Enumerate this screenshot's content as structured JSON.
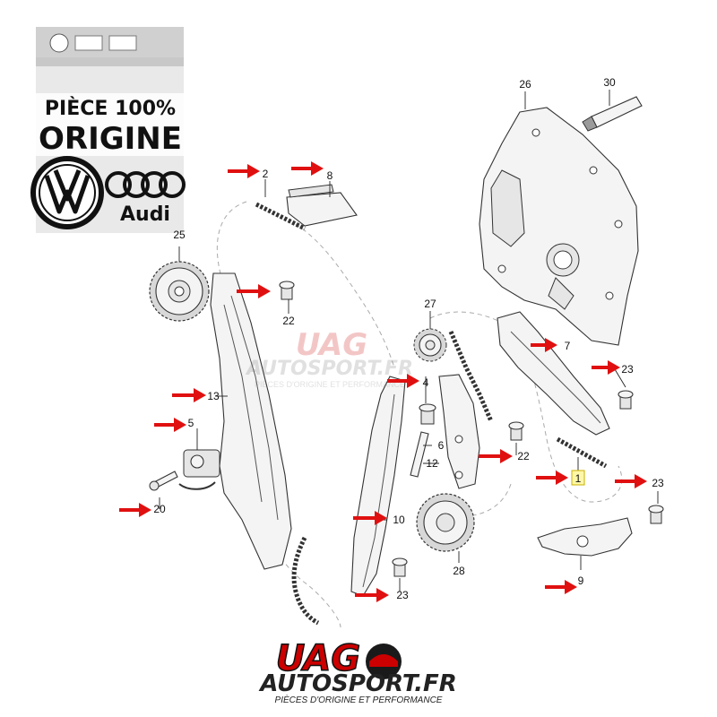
{
  "badge": {
    "line1": "PIÈCE 100%",
    "line2": "ORIGINE",
    "audi_label": "Audi"
  },
  "watermark": {
    "brand_top": "UAG",
    "brand_bottom": "AUTOSPORT.FR",
    "tagline": "PIÈCES D'ORIGINE ET PERFORMANCE"
  },
  "footer_logo": {
    "brand_top": "UAG",
    "brand_bottom": "AUTOSPORT.FR",
    "tagline": "PIÈCES D'ORIGINE ET PERFORMANCE"
  },
  "colors": {
    "arrow": "#e01010",
    "highlight_label": "#fff7a8"
  },
  "parts": [
    {
      "id": "p1",
      "label": "1",
      "highlight": true
    },
    {
      "id": "p2",
      "label": "2"
    },
    {
      "id": "p4",
      "label": "4"
    },
    {
      "id": "p5",
      "label": "5"
    },
    {
      "id": "p6",
      "label": "6"
    },
    {
      "id": "p7",
      "label": "7"
    },
    {
      "id": "p8",
      "label": "8"
    },
    {
      "id": "p9",
      "label": "9"
    },
    {
      "id": "p10",
      "label": "10"
    },
    {
      "id": "p12",
      "label": "12"
    },
    {
      "id": "p13",
      "label": "13"
    },
    {
      "id": "p20",
      "label": "20"
    },
    {
      "id": "p22a",
      "label": "22"
    },
    {
      "id": "p22b",
      "label": "22"
    },
    {
      "id": "p23a",
      "label": "23"
    },
    {
      "id": "p23b",
      "label": "23"
    },
    {
      "id": "p23c",
      "label": "23"
    },
    {
      "id": "p25",
      "label": "25"
    },
    {
      "id": "p26",
      "label": "26"
    },
    {
      "id": "p27",
      "label": "27"
    },
    {
      "id": "p28",
      "label": "28"
    },
    {
      "id": "p30",
      "label": "30"
    }
  ]
}
